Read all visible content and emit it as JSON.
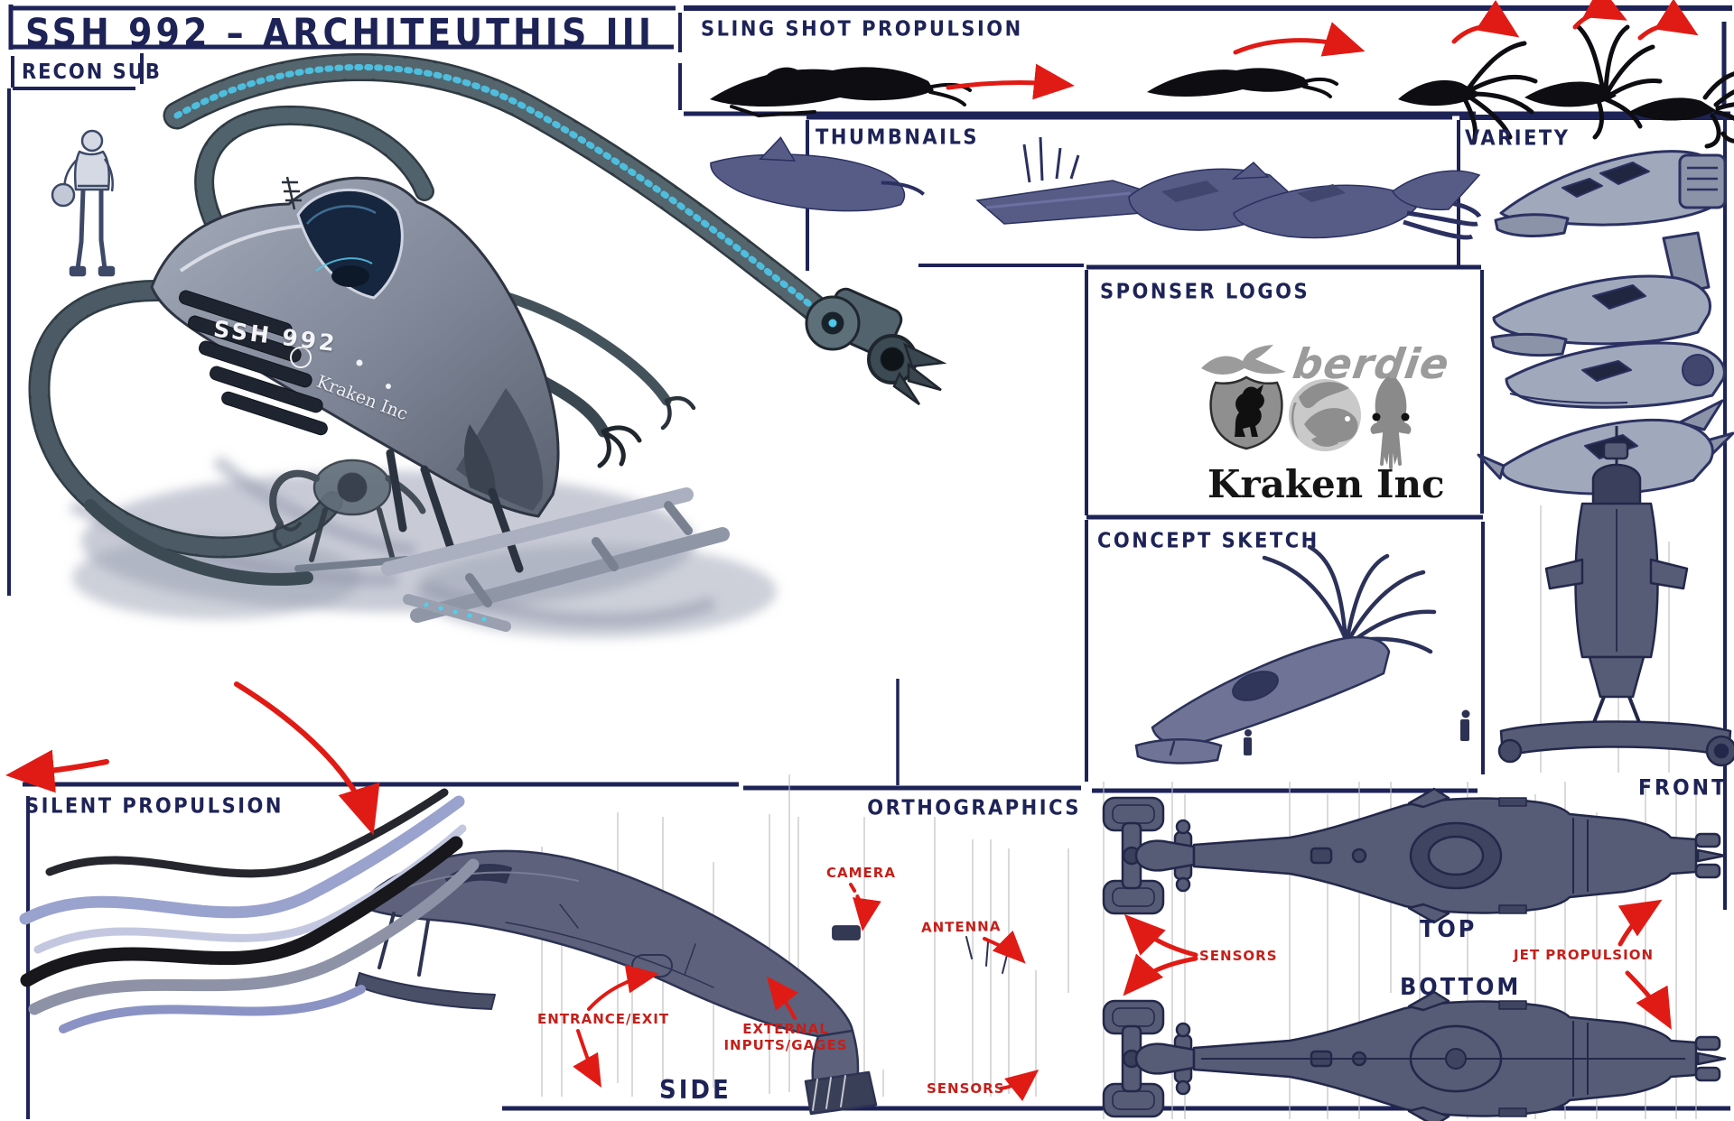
{
  "header": {
    "title": "SSH 992 – ARCHITEUTHIS III",
    "subtitle": "RECON SUB"
  },
  "panels": {
    "sling_shot": {
      "title": "SLING SHOT PROPULSION"
    },
    "thumbnails": {
      "title": "THUMBNAILS"
    },
    "variety": {
      "title": "VARIETY"
    },
    "sponsor_logos": {
      "title": "SPONSER LOGOS",
      "brands": {
        "berdie": "berdie",
        "kraken": "Kraken Inc"
      },
      "icons": [
        "seagull-icon",
        "shield-horse-icon",
        "globe-orca-icon",
        "squid-icon"
      ]
    },
    "concept_sketch": {
      "title": "CONCEPT SKETCH"
    },
    "silent_propulsion": {
      "title": "SILENT PROPULSION"
    },
    "orthographics": {
      "title": "ORTHOGRAPHICS"
    }
  },
  "view_labels": {
    "front": "FRONT",
    "top": "TOP",
    "bottom": "BOTTOM",
    "side": "SIDE"
  },
  "callouts": {
    "camera": "CAMERA",
    "antenna": "ANTENNA",
    "entrance_exit": "ENTRANCE/EXIT",
    "external_line1": "EXTERNAL",
    "external_line2": "INPUTS/GAGES",
    "sensors_side": "SENSORS",
    "sensors_ortho": "SENSORS",
    "jet_propulsion": "JET PROPULSION"
  },
  "hull_markings": {
    "id": "SSH 992",
    "brand": "Kraken Inc"
  },
  "colors": {
    "ink_navy": "#1e2357",
    "annotation_red": "#c51f1a",
    "hull_gray": "#8d95a6",
    "tentacle_teal": "#42525c",
    "glow_cyan": "#4cc8ea",
    "thumbnail_purple": "#575c87",
    "ortho_slate": "#565b76",
    "logo_gray": "#9b9b9b"
  }
}
